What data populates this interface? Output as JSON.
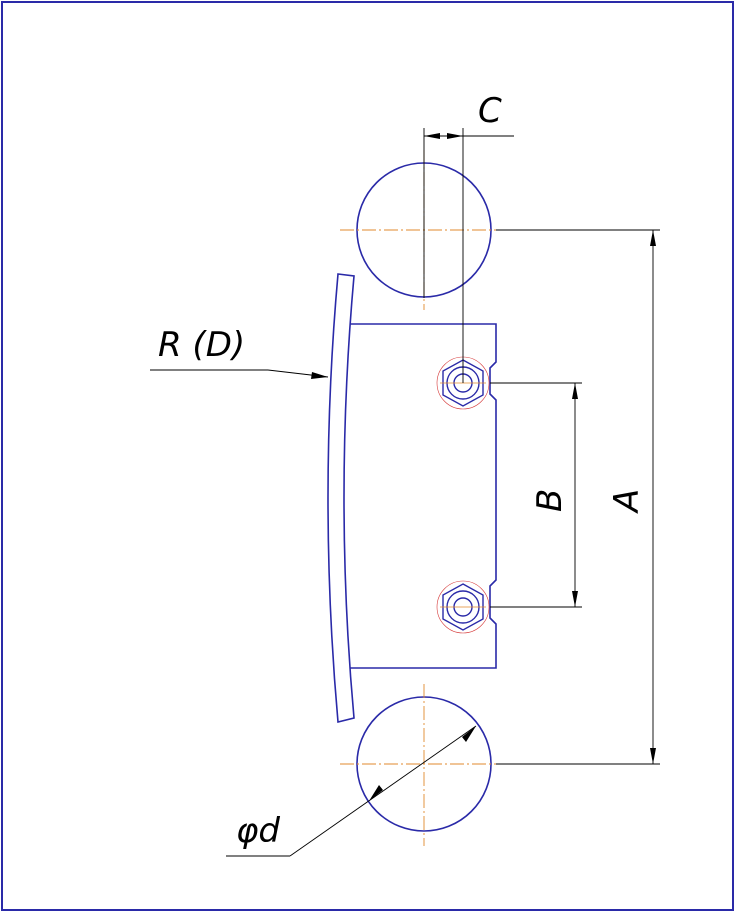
{
  "labels": {
    "c": "C",
    "r_d": "R  (D)",
    "b": "B",
    "a": "A",
    "phi_d": "φd"
  },
  "colors": {
    "outline": "#2a2aa8",
    "center_line": "#e08a2e",
    "dimension": "#000000",
    "background": "#ffffff"
  }
}
